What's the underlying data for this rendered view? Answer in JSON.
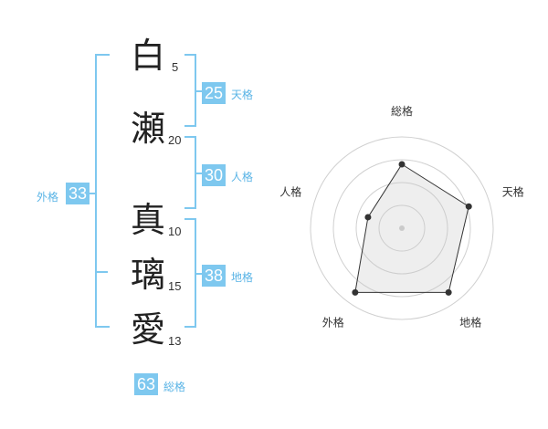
{
  "name": {
    "characters": [
      {
        "char": "白",
        "strokes": "5"
      },
      {
        "char": "瀬",
        "strokes": "20"
      },
      {
        "char": "真",
        "strokes": "10"
      },
      {
        "char": "璃",
        "strokes": "15"
      },
      {
        "char": "愛",
        "strokes": "13"
      }
    ]
  },
  "fortunes": {
    "tenkaku": {
      "value": "25",
      "label": "天格"
    },
    "jinkaku": {
      "value": "30",
      "label": "人格"
    },
    "chikaku": {
      "value": "38",
      "label": "地格"
    },
    "gaikaku": {
      "value": "33",
      "label": "外格"
    },
    "soukaku": {
      "value": "63",
      "label": "総格"
    }
  },
  "colors": {
    "accent": "#7ec8ef",
    "accent_text": "#5ab4e6",
    "bracket": "#7ec8ef"
  },
  "chart_data": {
    "type": "radar",
    "axes": [
      "総格",
      "天格",
      "地格",
      "外格",
      "人格"
    ],
    "values": [
      0.7,
      0.77,
      0.87,
      0.87,
      0.39
    ],
    "rings": 4,
    "range": [
      0,
      1
    ]
  }
}
